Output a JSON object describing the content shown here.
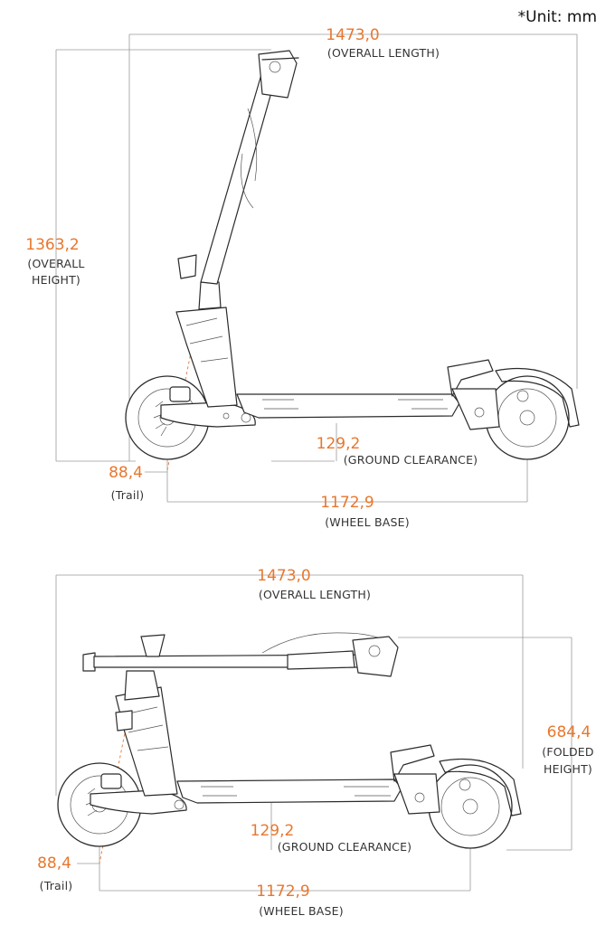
{
  "unit_note": "*Unit: mm",
  "top_view": {
    "overall_length": {
      "value": "1473,0",
      "label": "(OVERALL LENGTH)"
    },
    "overall_height": {
      "value": "1363,2",
      "label_line1": "(OVERALL",
      "label_line2": "HEIGHT)"
    },
    "ground_clearance": {
      "value": "129,2",
      "label": "(GROUND CLEARANCE)"
    },
    "trail": {
      "value": "88,4",
      "label": "(Trail)"
    },
    "wheel_base": {
      "value": "1172,9",
      "label": "(WHEEL BASE)"
    }
  },
  "bottom_view": {
    "overall_length": {
      "value": "1473,0",
      "label": "(OVERALL LENGTH)"
    },
    "folded_height": {
      "value": "684,4",
      "label_line1": "(FOLDED",
      "label_line2": "HEIGHT)"
    },
    "ground_clearance": {
      "value": "129,2",
      "label": "(GROUND CLEARANCE)"
    },
    "trail": {
      "value": "88,4",
      "label": "(Trail)"
    },
    "wheel_base": {
      "value": "1172,9",
      "label": "(WHEEL BASE)"
    }
  },
  "colors": {
    "dimension": "#e8772e",
    "line": "#2b2b2b",
    "guide": "#9a9a9a"
  }
}
